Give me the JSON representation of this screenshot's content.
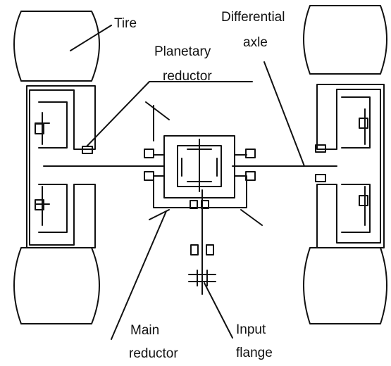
{
  "diagram": {
    "labels": {
      "tire": "Tire",
      "differential_line1": "Differential",
      "differential_line2": "axle",
      "planetary_line1": "Planetary",
      "planetary_line2": "reductor",
      "main_line1": "Main",
      "main_line2": "reductor",
      "input_line1": "Input",
      "input_line2": "flange"
    },
    "colors": {
      "stroke": "#111111",
      "background": "#ffffff"
    }
  }
}
